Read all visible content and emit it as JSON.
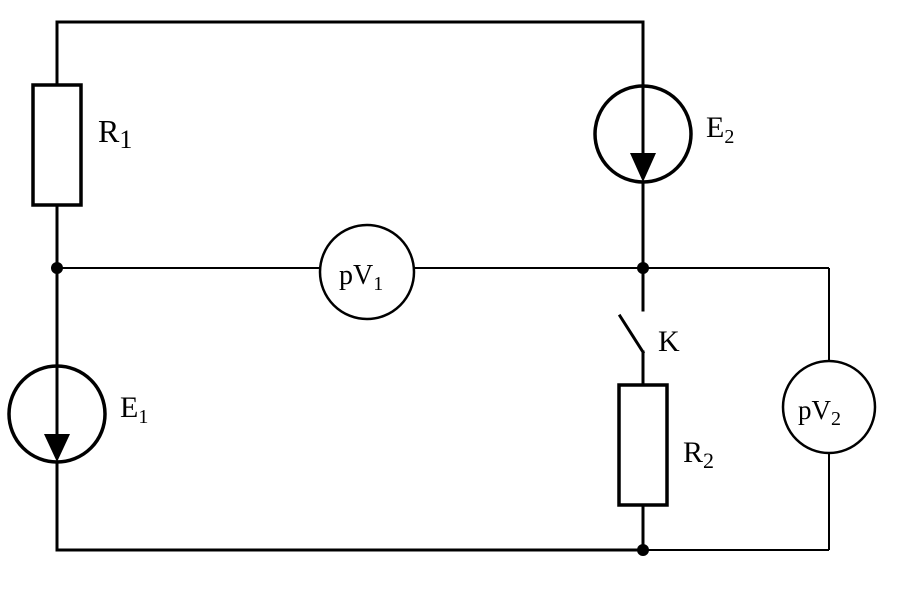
{
  "components": {
    "r1": {
      "letter": "R",
      "sub": "1"
    },
    "r2": {
      "letter": "R",
      "sub": "2"
    },
    "e1": {
      "letter": "E",
      "sub": "1"
    },
    "e2": {
      "letter": "E",
      "sub": "2"
    },
    "pv1": {
      "letter": "pV",
      "sub": "1"
    },
    "pv2": {
      "letter": "pV",
      "sub": "2"
    },
    "switch": {
      "letter": "K"
    }
  }
}
